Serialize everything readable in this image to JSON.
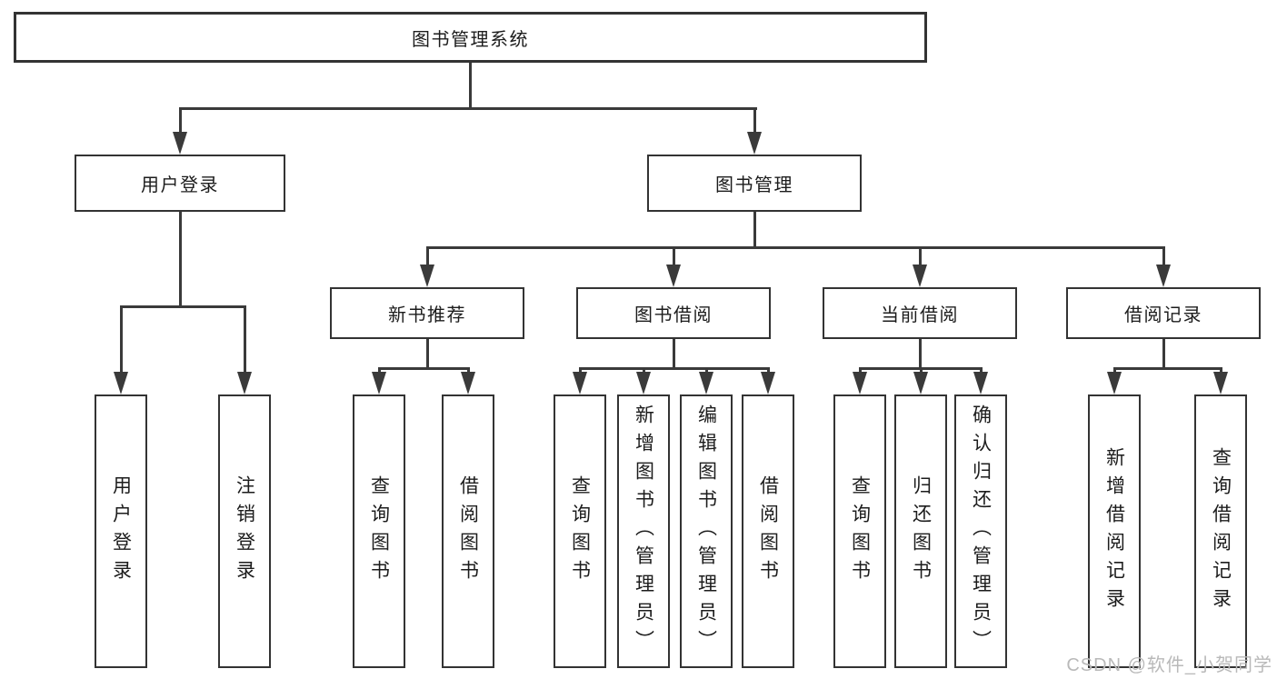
{
  "diagram": {
    "type": "hierarchy-tree",
    "root": {
      "label": "图书管理系统"
    },
    "level2": [
      {
        "label": "用户登录"
      },
      {
        "label": "图书管理"
      }
    ],
    "level3": [
      {
        "label": "新书推荐",
        "parent": "图书管理"
      },
      {
        "label": "图书借阅",
        "parent": "图书管理"
      },
      {
        "label": "当前借阅",
        "parent": "图书管理"
      },
      {
        "label": "借阅记录",
        "parent": "图书管理"
      }
    ],
    "leaves": [
      {
        "label": "用户登录",
        "parent": "用户登录"
      },
      {
        "label": "注销登录",
        "parent": "用户登录"
      },
      {
        "label": "查询图书",
        "parent": "新书推荐"
      },
      {
        "label": "借阅图书",
        "parent": "新书推荐"
      },
      {
        "label": "查询图书",
        "parent": "图书借阅"
      },
      {
        "label": "新增图书（管理员）",
        "parent": "图书借阅"
      },
      {
        "label": "编辑图书（管理员）",
        "parent": "图书借阅"
      },
      {
        "label": "借阅图书",
        "parent": "图书借阅"
      },
      {
        "label": "查询图书",
        "parent": "当前借阅"
      },
      {
        "label": "归还图书",
        "parent": "当前借阅"
      },
      {
        "label": "确认归还（管理员）",
        "parent": "当前借阅"
      },
      {
        "label": "新增借阅记录",
        "parent": "借阅记录"
      },
      {
        "label": "查询借阅记录",
        "parent": "借阅记录"
      }
    ],
    "watermark": "CSDN @软件_小贺同学",
    "colors": {
      "line": "#3a3a3a",
      "box_border": "#333333",
      "text": "#1c1c1c",
      "watermark": "#b9b9b9",
      "background": "#ffffff"
    }
  }
}
